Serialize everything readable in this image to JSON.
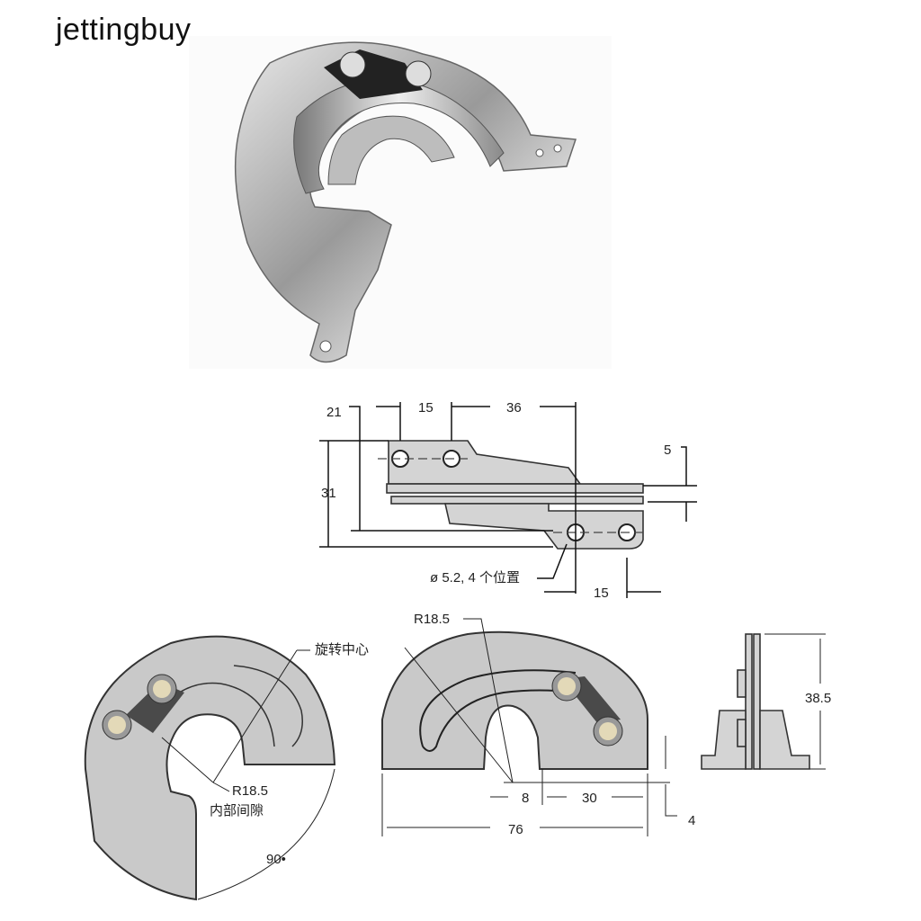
{
  "watermark": "jettingbuy",
  "top_view": {
    "dim_21": "21",
    "dim_15_top": "15",
    "dim_36": "36",
    "dim_31": "31",
    "dim_5": "5",
    "hole_note": "ø 5.2, 4 个位置",
    "dim_15_bottom": "15"
  },
  "side_views": {
    "rotation_center": "旋转中心",
    "radius_left": "R18.5",
    "inner_gap": "内部间隙",
    "angle": "90•",
    "radius_right": "R18.5",
    "dim_8": "8",
    "dim_30": "30",
    "dim_76": "76",
    "dim_4": "4",
    "dim_38_5": "38.5"
  },
  "colors": {
    "metal": "#c9c9c9",
    "roller": "#e3d9b8",
    "link": "#4a4a4a"
  }
}
